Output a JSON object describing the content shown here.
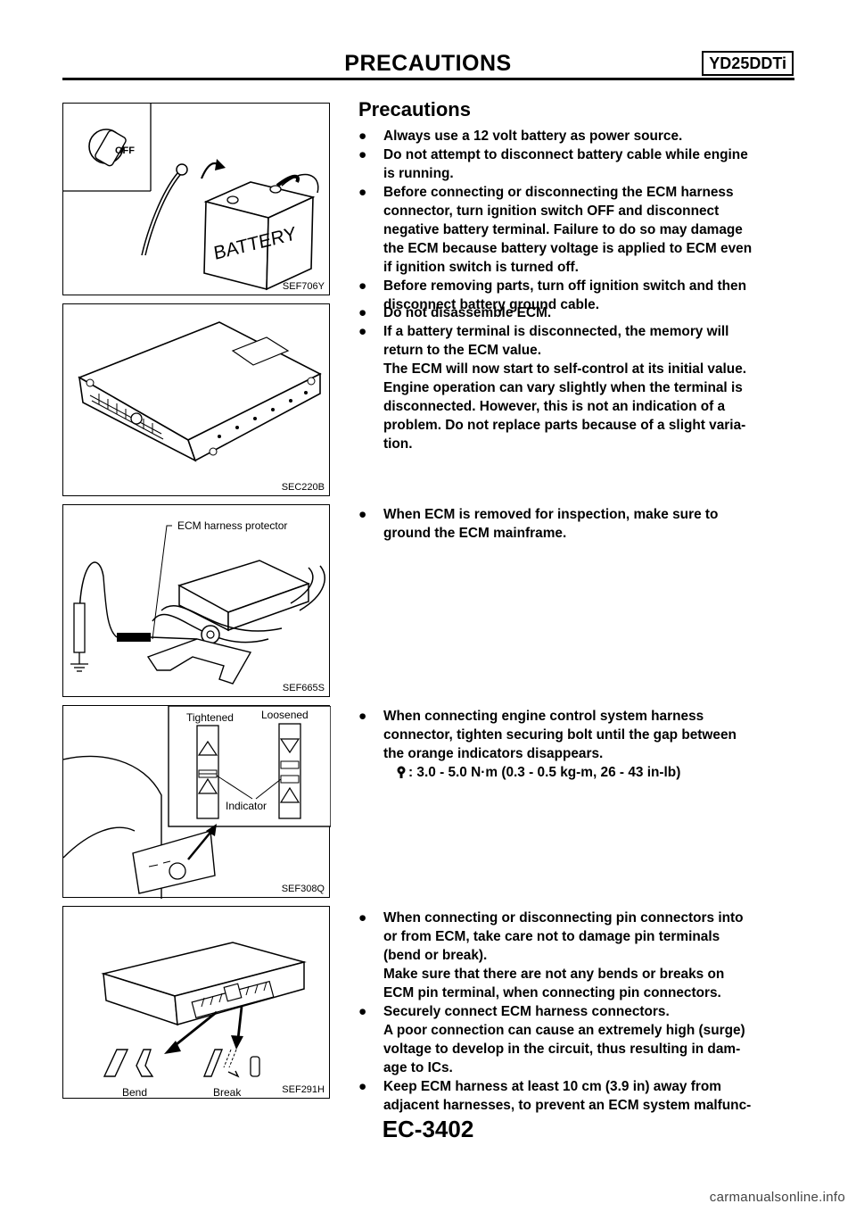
{
  "header": {
    "title": "PRECAUTIONS",
    "model": "YD25DDTi"
  },
  "section_title": "Precautions",
  "figures": [
    {
      "code": "SEF706Y",
      "labels": {
        "key": "OFF",
        "battery": "BATTERY"
      }
    },
    {
      "code": "SEC220B"
    },
    {
      "code": "SEF665S",
      "labels": {
        "protector": "ECM harness protector"
      }
    },
    {
      "code": "SEF308Q",
      "labels": {
        "tightened": "Tightened",
        "loosened": "Loosened",
        "indicator": "Indicator"
      }
    },
    {
      "code": "SEF291H",
      "labels": {
        "bend": "Bend",
        "break": "Break"
      }
    }
  ],
  "bullet_char": "●",
  "groups": [
    {
      "items": [
        {
          "lines": [
            "Always use a 12 volt battery as power source."
          ]
        },
        {
          "lines": [
            "Do not attempt to disconnect battery cable while engine",
            "is running."
          ]
        },
        {
          "lines": [
            "Before connecting or disconnecting the ECM harness",
            "connector, turn ignition switch OFF and disconnect",
            "negative battery terminal. Failure to do so may damage",
            "the ECM because battery voltage is applied to ECM even",
            "if ignition switch is turned off."
          ]
        },
        {
          "lines": [
            "Before removing parts, turn off ignition switch and then",
            "disconnect battery ground cable."
          ]
        }
      ]
    },
    {
      "items": [
        {
          "lines": [
            "Do not disassemble ECM."
          ]
        },
        {
          "lines": [
            "If a battery terminal is disconnected, the memory will",
            "return to the ECM value.",
            "The ECM will now start to self-control at its initial value.",
            "Engine operation can vary slightly when the terminal is",
            "disconnected. However, this is not an indication of a",
            "problem. Do not replace parts because of a slight varia-",
            "tion."
          ]
        }
      ]
    },
    {
      "items": [
        {
          "lines": [
            "When ECM is removed for inspection, make sure to",
            "ground the ECM mainframe."
          ]
        }
      ]
    },
    {
      "items": [
        {
          "lines": [
            "When connecting engine control system harness",
            "connector, tighten securing bolt until the gap between",
            "the orange indicators disappears."
          ]
        }
      ],
      "spec": {
        "icon": "torque-wrench-icon",
        "text": ": 3.0 - 5.0 N·m (0.3 - 0.5 kg-m, 26 - 43 in-lb)"
      }
    },
    {
      "items": [
        {
          "lines": [
            "When connecting or disconnecting pin connectors into",
            "or from ECM, take care not to damage pin terminals",
            "(bend or break).",
            "Make sure that there are not any bends or breaks on",
            "ECM pin terminal, when connecting pin connectors."
          ]
        },
        {
          "lines": [
            "Securely connect ECM harness connectors.",
            "A poor connection can cause an extremely high (surge)",
            "voltage to develop in the circuit, thus resulting in dam-",
            "age to ICs."
          ]
        },
        {
          "lines": [
            "Keep ECM harness at least 10 cm (3.9 in) away from",
            "adjacent harnesses, to prevent an ECM system malfunc-"
          ]
        }
      ]
    }
  ],
  "footer": {
    "page_number": "EC-3402",
    "watermark": "carmanualsonline.info"
  }
}
